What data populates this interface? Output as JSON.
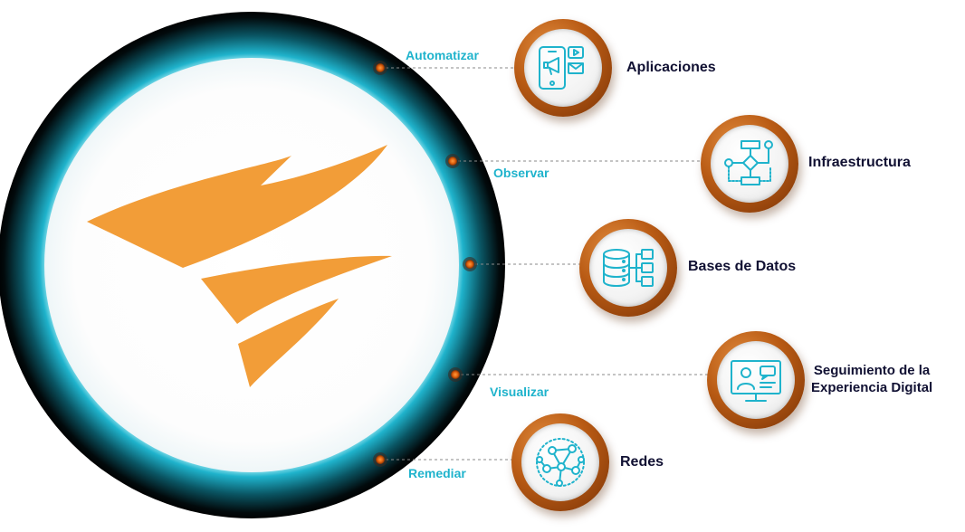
{
  "colors": {
    "logo_orange": "#f29d38",
    "verb_teal": "#1fb3cc",
    "label_navy": "#111133",
    "ring_cyan": "#1fb3cc",
    "badge_copper": "#b85a14",
    "node_orange": "#ff7a1a"
  },
  "logo": {
    "icon": "swoosh-logo-icon"
  },
  "actions": [
    {
      "verb": "Automatizar"
    },
    {
      "verb": "Observar"
    },
    {
      "verb": "Visualizar"
    },
    {
      "verb": "Remediar"
    }
  ],
  "capabilities": [
    {
      "label": "Aplicaciones",
      "icon": "app-devices-icon"
    },
    {
      "label": "Infraestructura",
      "icon": "flowchart-icon"
    },
    {
      "label": "Bases de Datos",
      "icon": "database-icon"
    },
    {
      "label_lines": [
        "Seguimiento de la",
        "Experiencia Digital"
      ],
      "icon": "user-monitor-icon"
    },
    {
      "label": "Redes",
      "icon": "network-icon"
    }
  ]
}
